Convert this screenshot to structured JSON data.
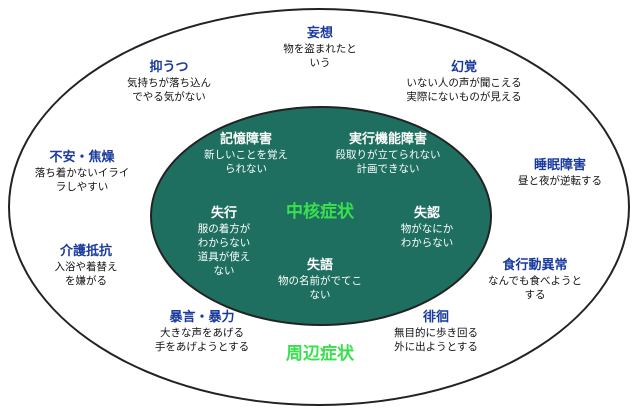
{
  "diagram": {
    "inner_label": "中核症状",
    "outer_label": "周辺症状",
    "core_symptoms": [
      {
        "id": "memory",
        "title": "記憶障害",
        "desc": [
          "新しいことを覚え",
          "られない"
        ]
      },
      {
        "id": "executive",
        "title": "実行機能障害",
        "desc": [
          "段取りが立てられない",
          "計画できない"
        ]
      },
      {
        "id": "apraxia",
        "title": "失行",
        "desc": [
          "服の着方が",
          "わからない",
          "道具が使え",
          "ない"
        ]
      },
      {
        "id": "agnosia",
        "title": "失認",
        "desc": [
          "物がなにか",
          "わからない"
        ]
      },
      {
        "id": "aphasia",
        "title": "失語",
        "desc": [
          "物の名前がでてこ",
          "ない"
        ]
      }
    ],
    "peripheral_symptoms": [
      {
        "id": "delusion",
        "title": "妄想",
        "desc": [
          "物を盗まれたと",
          "いう"
        ]
      },
      {
        "id": "depression",
        "title": "抑うつ",
        "desc": [
          "気持ちが落ち込ん",
          "でやる気がない"
        ]
      },
      {
        "id": "hallucination",
        "title": "幻覚",
        "desc": [
          "いない人の声が聞こえる",
          "実際にないものが見える"
        ]
      },
      {
        "id": "anxiety",
        "title": "不安・焦燥",
        "desc": [
          "落ち着かないイライ",
          "ラしやすい"
        ]
      },
      {
        "id": "sleep",
        "title": "睡眠障害",
        "desc": [
          "昼と夜が逆転する"
        ]
      },
      {
        "id": "care-refusal",
        "title": "介護抵抗",
        "desc": [
          "入浴や着替え",
          "を嫌がる"
        ]
      },
      {
        "id": "eating",
        "title": "食行動異常",
        "desc": [
          "なんでも食べようと",
          "する"
        ]
      },
      {
        "id": "abuse",
        "title": "暴言・暴力",
        "desc": [
          "大きな声をあげる",
          "手をあげようとする"
        ]
      },
      {
        "id": "wandering",
        "title": "徘徊",
        "desc": [
          "無目的に歩き回る",
          "外に出ようとする"
        ]
      }
    ]
  }
}
